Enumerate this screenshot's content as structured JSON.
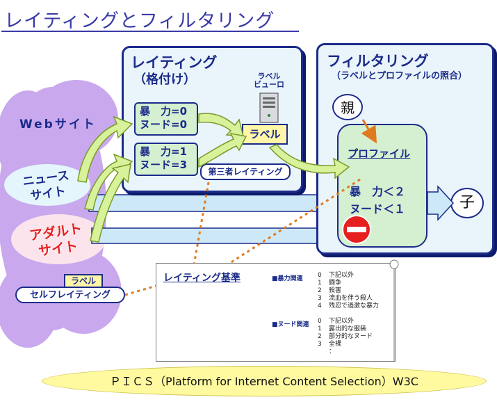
{
  "title": "レイティングとフィルタリング",
  "rating_panel": {
    "title": "レイティング",
    "subtitle": "（格付け）"
  },
  "filter_panel": {
    "title": "フィルタリング",
    "subtitle": "（ラベルとプロファイルの照合）"
  },
  "cards": [
    {
      "line1": "暴　力=0",
      "line2": "ヌード=0"
    },
    {
      "line1": "暴　力=1",
      "line2": "ヌード=3"
    }
  ],
  "label_viewer": "ラベル\nビューロ",
  "label_box": "ラベル",
  "third_party": "第三者レイティング",
  "sites": {
    "web": "Webサイト",
    "news": [
      "ニュース",
      "サイト"
    ],
    "adult": [
      "アダルト",
      "サイト"
    ]
  },
  "parent": "親",
  "child": "子",
  "profile": {
    "title": "プロファイル",
    "line1": "暴　力＜２",
    "line2": "ヌード＜１"
  },
  "self_rating": {
    "label": "ラベル",
    "text": "セルフレイティング"
  },
  "criteria": {
    "title": "レイティング基準",
    "violence": {
      "heading": "■暴力関連",
      "items": [
        [
          "0",
          "下記以外"
        ],
        [
          "1",
          "闘争"
        ],
        [
          "2",
          "殺害"
        ],
        [
          "3",
          "流血を伴う殺人"
        ],
        [
          "4",
          "残忍で過激な暴力"
        ]
      ]
    },
    "nudity": {
      "heading": "■ヌード関連",
      "items": [
        [
          "0",
          "下記以外"
        ],
        [
          "1",
          "露出的な服装"
        ],
        [
          "2",
          "部分的なヌード"
        ],
        [
          "3",
          "全裸"
        ],
        [
          "",
          "："
        ]
      ]
    }
  },
  "pics": "ＰＩＣＳ（Platform for Internet Content Selection）W3C",
  "colors": {
    "navy": "#1b2b8a",
    "cloud": "#c9a8ee",
    "arrow_green": "#d7f29a",
    "arrow_blue": "#cde9f7",
    "dotted_orange": "#e07a1f"
  }
}
